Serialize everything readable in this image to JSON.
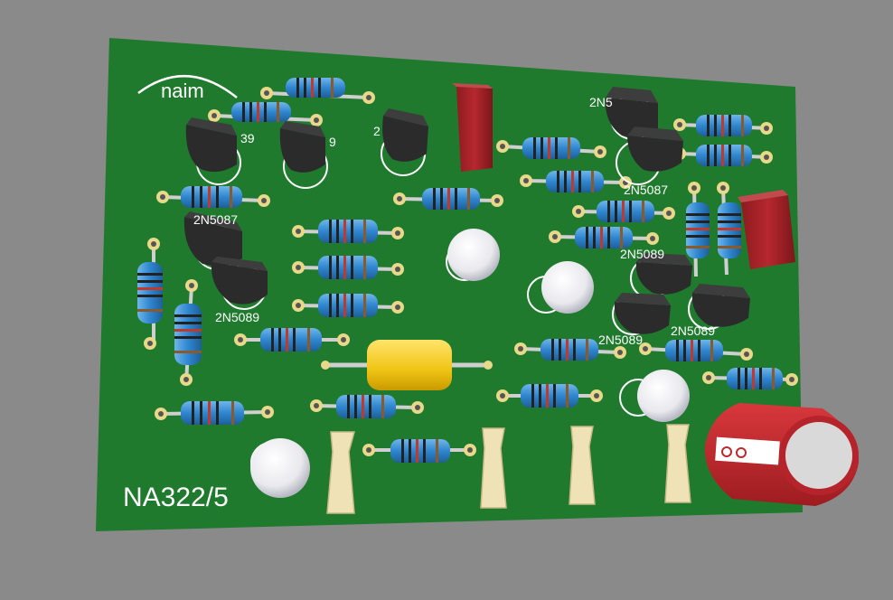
{
  "board": {
    "brand": "naim",
    "board_id": "NA322/5",
    "colors": {
      "background": "#8a8a8a",
      "pcb": "#1f7a2e",
      "resistor_body": "#3a8fd6",
      "transistor": "#2b2b2b",
      "film_cap": "#a8262b",
      "yellow_cap": "#f2cc1a",
      "electrolytic": "#c0282d",
      "led": "#f2f2f2",
      "connector": "#efe2b6"
    }
  },
  "transistor_labels": [
    {
      "text": "39"
    },
    {
      "text": "9"
    },
    {
      "text": "2"
    },
    {
      "text": "2N5"
    },
    {
      "text": "2N5087"
    },
    {
      "text": "2N5087"
    },
    {
      "text": "2N5089"
    },
    {
      "text": "2N5089"
    },
    {
      "text": "2N5089"
    },
    {
      "text": "2N5089"
    }
  ]
}
